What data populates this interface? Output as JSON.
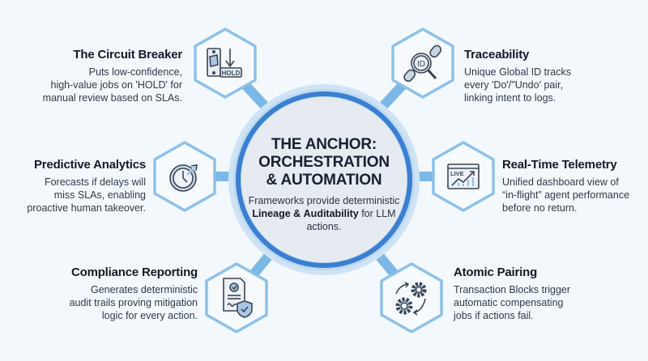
{
  "colors": {
    "background": "#f3f8fc",
    "connector": "#7cb8e6",
    "hex_stroke": "#8fc1e6",
    "ring_dark": "#3a7fd0",
    "ring_halo": "#bcd9f1",
    "core_fill": "#e6ebf1",
    "icon_stroke": "#3a4553",
    "icon_fill": "#a9c6e4"
  },
  "center": {
    "title_line1": "THE ANCHOR:",
    "title_line2": "ORCHESTRATION",
    "title_line3": "& AUTOMATION",
    "desc_part1": "Frameworks provide deterministic ",
    "desc_bold1": "Lineage &",
    "desc_bold2": "Auditability",
    "desc_part2": " for LLM actions."
  },
  "features": [
    {
      "id": "circuit-breaker",
      "icon": "circuit-breaker-hold-icon",
      "title": "The Circuit Breaker",
      "lines": [
        "Puts low-confidence,",
        "high-value jobs on 'HOLD' for",
        "manual review based on SLAs."
      ],
      "icon_label": "HOLD"
    },
    {
      "id": "traceability",
      "icon": "chain-id-search-icon",
      "title": "Traceability",
      "lines": [
        "Unique Global ID tracks",
        "every 'Do'/\"Undo' pair,",
        "linking intent to logs."
      ],
      "icon_label": "ID"
    },
    {
      "id": "predictive-analytics",
      "icon": "stopwatch-arrow-icon",
      "title": "Predictive Analytics",
      "lines": [
        "Forecasts if delays will",
        "miss SLAs, enabling",
        "proactive human takeover."
      ]
    },
    {
      "id": "real-time-telemetry",
      "icon": "live-dashboard-icon",
      "title": "Real-Time Telemetry",
      "lines": [
        "Unified dashboard view of",
        "“in-flight” agent performance",
        "before no return."
      ],
      "icon_label": "LIVE"
    },
    {
      "id": "compliance-reporting",
      "icon": "document-shield-check-icon",
      "title": "Compliance Reporting",
      "lines": [
        "Generates deterministic",
        "audit trails proving mitigation",
        "logic for every action."
      ]
    },
    {
      "id": "atomic-pairing",
      "icon": "gears-cycle-icon",
      "title": "Atomic Pairing",
      "lines": [
        "Transaction Blocks trigger",
        "automatic compensating",
        "jobs if actions fail."
      ]
    }
  ]
}
